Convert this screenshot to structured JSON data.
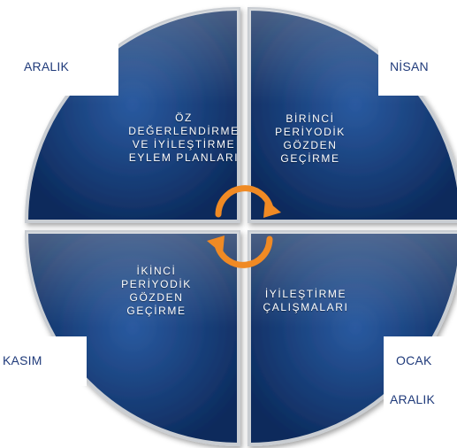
{
  "diagram": {
    "quadrants": {
      "top_left": {
        "lines": [
          "ÖZ",
          "DEĞERLENDİRME",
          "VE İYİLEŞTİRME",
          "EYLEM PLANLARI"
        ]
      },
      "top_right": {
        "lines": [
          "BİRİNCİ",
          "PERİYODİK",
          "GÖZDEN",
          "GEÇİRME"
        ]
      },
      "bottom_left": {
        "lines": [
          "İKİNCİ",
          "PERİYODİK",
          "GÖZDEN",
          "GEÇİRME"
        ]
      },
      "bottom_right": {
        "lines": [
          "İYİLEŞTİRME",
          "ÇALIŞMALARI"
        ]
      }
    },
    "months": {
      "top_left": "ARALIK",
      "top_right": "NİSAN",
      "bottom_left": "KASIM",
      "bottom_right_upper": "OCAK",
      "bottom_right_lower": "ARALIK"
    },
    "colors": {
      "quadrant_fill_dark": "#0c2a5c",
      "quadrant_fill_light": "#2a5aa0",
      "quadrant_border": "#c9cdd2",
      "cycle_arrow": "#f08a24",
      "month_text": "#1f3a7a"
    },
    "center_icon": "cycle-arrows-icon"
  }
}
